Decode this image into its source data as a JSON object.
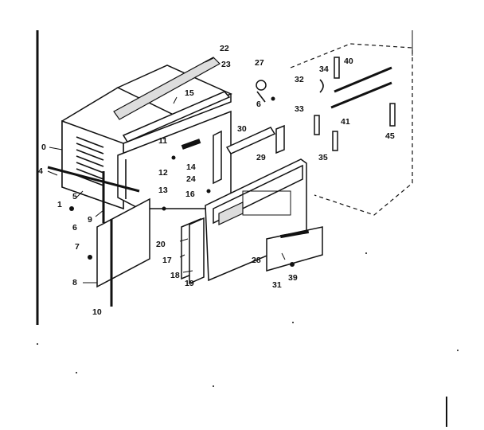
{
  "diagram": {
    "part_labels": [
      "22",
      "23",
      "15",
      "27",
      "6",
      "40",
      "34",
      "32",
      "41",
      "33",
      "45",
      "35",
      "11",
      "30",
      "29",
      "12",
      "14",
      "24",
      "13",
      "16",
      "4",
      "5",
      "6",
      "9",
      "20",
      "17",
      "18",
      "19",
      "28",
      "31",
      "39",
      "7",
      "8",
      "10"
    ],
    "partial_label_left": "0",
    "partial_label_left2": "1"
  }
}
